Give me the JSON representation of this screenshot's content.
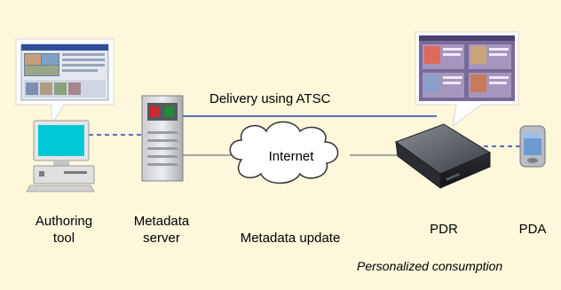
{
  "nodes": {
    "authoring_tool": {
      "label": "Authoring\ntool"
    },
    "metadata_server": {
      "label": "Metadata\nserver"
    },
    "internet": {
      "label": "Internet"
    },
    "pdr": {
      "label": "PDR"
    },
    "pda": {
      "label": "PDA"
    }
  },
  "links": {
    "delivery": {
      "label": "Delivery using ATSC"
    },
    "metadata_update": {
      "label": "Metadata update"
    }
  },
  "caption": "Personalized consumption",
  "colors": {
    "background": "#fdf8dc",
    "broadcast_line": "#2b3fb5",
    "internet_line": "#8a8a8a",
    "bubble_fill": "#ffffff",
    "monitor_screen": "#00c8d4"
  }
}
